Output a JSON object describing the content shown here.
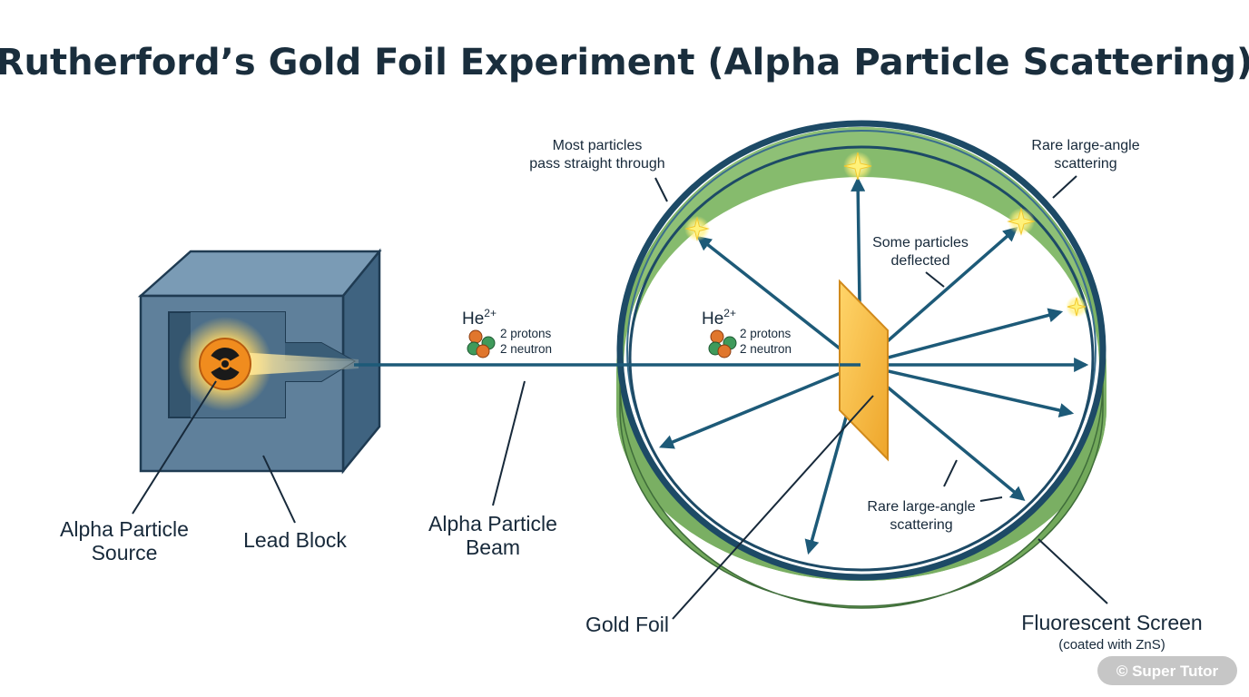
{
  "title": "Rutherford’s Gold Foil Experiment (Alpha Particle Scattering)",
  "labels": {
    "source_line1": "Alpha Particle",
    "source_line2": "Source",
    "lead_block": "Lead Block",
    "beam_line1": "Alpha Particle",
    "beam_line2": "Beam",
    "gold_foil": "Gold Foil",
    "screen": "Fluorescent Screen",
    "screen_sub": "(coated with ZnS)"
  },
  "annotations": {
    "most_line1": "Most particles",
    "most_line2": "pass straight through",
    "rare_top_line1": "Rare large-angle",
    "rare_top_line2": "scattering",
    "some_line1": "Some particles",
    "some_line2": "deflected",
    "rare_bottom_line1": "Rare large-angle",
    "rare_bottom_line2": "scattering"
  },
  "particle": {
    "symbol": "He",
    "charge": "2+",
    "protons": "2 protons",
    "neutrons": "2 neutron"
  },
  "watermark": "© Super Tutor",
  "colors": {
    "lead": "#5f809b",
    "lead_dark": "#3f6380",
    "screen_green": "#7db366",
    "ring_blue": "#1d4a66",
    "beam": "#1d5a78",
    "foil": "#f4b73c",
    "source": "#f08c1e"
  },
  "icons": [
    "radiation-icon",
    "sparkle-icon",
    "helium-nucleus-icon"
  ]
}
